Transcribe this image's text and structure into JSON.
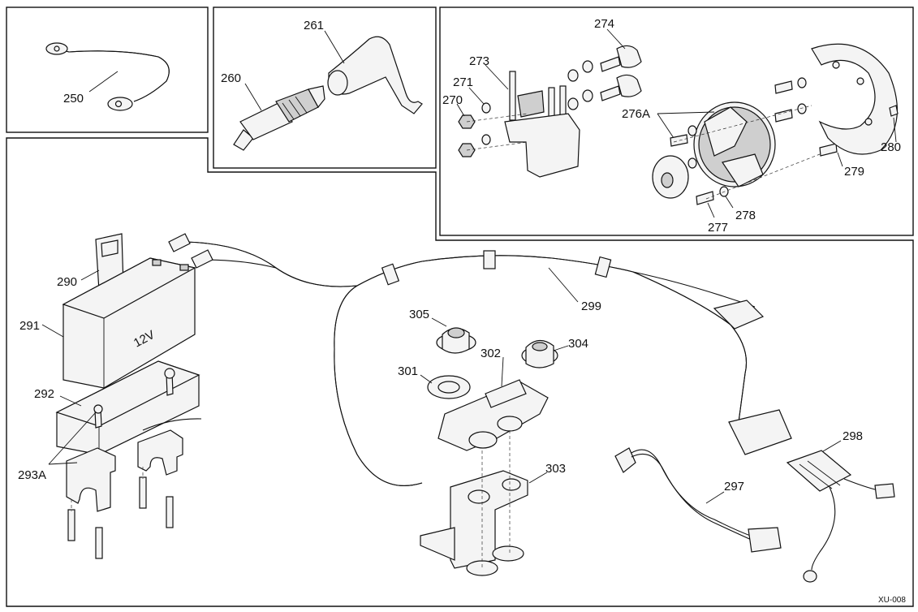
{
  "diagram_code": "XU-008",
  "callouts": {
    "c250": "250",
    "c261": "261",
    "c260": "260",
    "c274": "274",
    "c273": "273",
    "c271": "271",
    "c270": "270",
    "c276A": "276A",
    "c280": "280",
    "c279": "279",
    "c278": "278",
    "c277": "277",
    "c290": "290",
    "c291": "291",
    "c292": "292",
    "c293A": "293A",
    "c299": "299",
    "c305": "305",
    "c304": "304",
    "c302": "302",
    "c301": "301",
    "c303": "303",
    "c297": "297",
    "c298": "298"
  },
  "battery_marking": "12V"
}
